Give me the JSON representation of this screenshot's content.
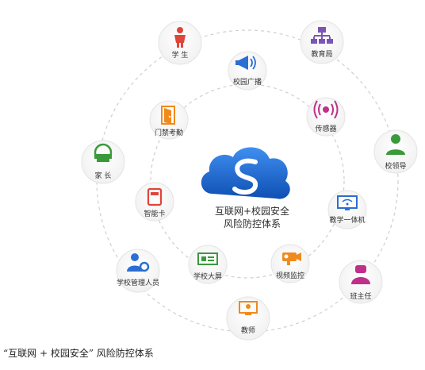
{
  "center": {
    "line1": "互联网+校园安全",
    "line2": "风险防控体系",
    "logo_icon": "cloud-s-logo",
    "logo_color": "#1e6fd6"
  },
  "outer_nodes": [
    {
      "id": "student",
      "label": "学 生",
      "icon": "student-icon",
      "color": "#e0453a"
    },
    {
      "id": "edu-bureau",
      "label": "教育局",
      "icon": "org-chart-icon",
      "color": "#7a55b5"
    },
    {
      "id": "school-leader",
      "label": "校领导",
      "icon": "leader-icon",
      "color": "#3a9a3a"
    },
    {
      "id": "head-teacher",
      "label": "班主任",
      "icon": "teacher-person-icon",
      "color": "#c0308a"
    },
    {
      "id": "teacher",
      "label": "教师",
      "icon": "teacher-board-icon",
      "color": "#f08a1c"
    },
    {
      "id": "school-admin",
      "label": "学校管理人员",
      "icon": "admin-gear-icon",
      "color": "#2a6fd1"
    },
    {
      "id": "parent",
      "label": "家 长",
      "icon": "parent-icon",
      "color": "#3a9a3a"
    }
  ],
  "inner_nodes": [
    {
      "id": "broadcast",
      "label": "校园广播",
      "icon": "megaphone-icon",
      "color": "#2a6fd1"
    },
    {
      "id": "sensor",
      "label": "传感器",
      "icon": "sensor-icon",
      "color": "#c0308a"
    },
    {
      "id": "terminal",
      "label": "教学一体机",
      "icon": "monitor-wifi-icon",
      "color": "#2a6fd1"
    },
    {
      "id": "video",
      "label": "视频监控",
      "icon": "camera-icon",
      "color": "#f08a1c"
    },
    {
      "id": "big-screen",
      "label": "学校大屏",
      "icon": "screen-icon",
      "color": "#3a9a3a"
    },
    {
      "id": "smart-card",
      "label": "智能卡",
      "icon": "card-icon",
      "color": "#e0453a"
    },
    {
      "id": "access",
      "label": "门禁考勤",
      "icon": "door-icon",
      "color": "#f08a1c"
    }
  ],
  "caption": "“互联网 + 校园安全” 风险防控体系"
}
